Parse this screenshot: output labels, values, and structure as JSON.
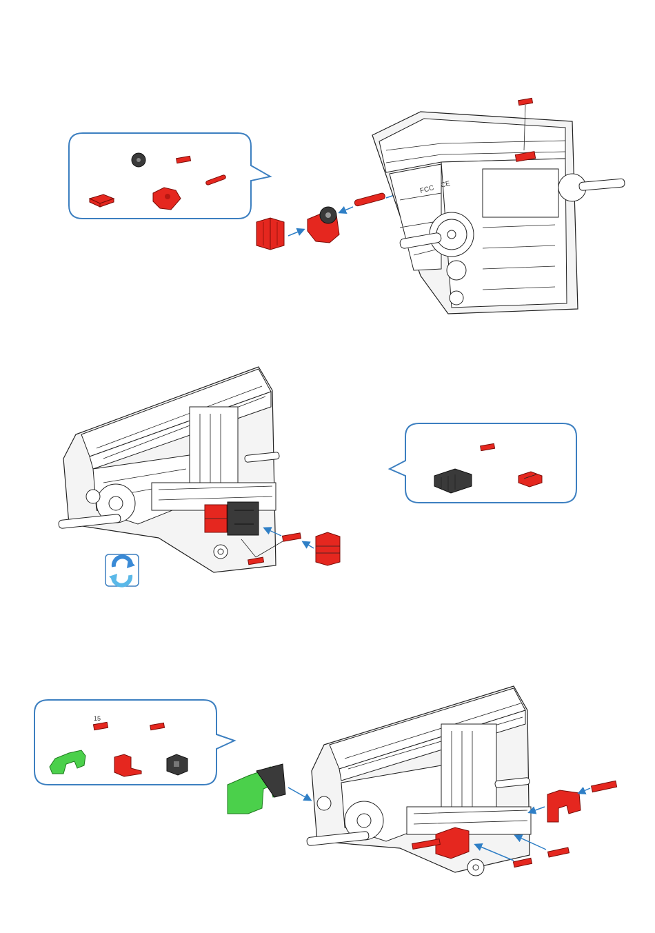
{
  "step1": {
    "callout": {
      "label_text": ""
    },
    "model_markings": {
      "fcc": "FCC",
      "ce": "CE"
    }
  },
  "step2": {
    "callout": {
      "label_text": ""
    },
    "rotate_icon": "rotate-icon"
  },
  "step3": {
    "callout": {
      "part_label": "15"
    }
  },
  "colors": {
    "callout_border": "#3c7fc0",
    "part_red": "#e5271f",
    "part_black": "#3a3a3a",
    "part_green": "#4bd04b",
    "arrow": "#2f7fc6"
  }
}
